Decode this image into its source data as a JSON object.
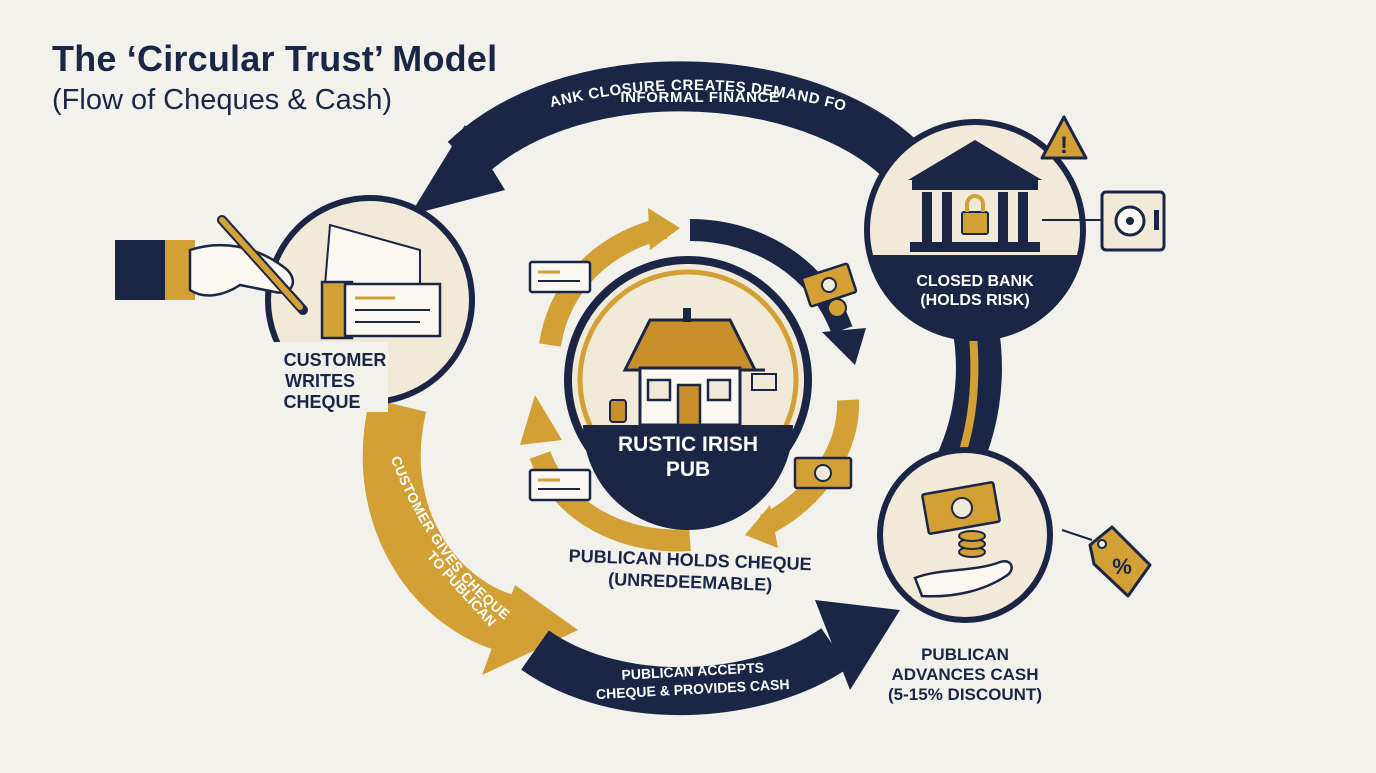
{
  "header": {
    "title": "The ‘Circular Trust’ Model",
    "subtitle": "(Flow of Cheques & Cash)"
  },
  "arrows": {
    "top": [
      "BANK CLOSURE CREATES DEMAND FOR",
      "INFORMAL FINANCE"
    ],
    "left": [
      "CUSTOMER GIVES CHEQUE",
      "TO PUBLICAN"
    ],
    "bottom": [
      "PUBLICAN ACCEPTS",
      "CHEQUE & PROVIDES CASH"
    ]
  },
  "nodes": {
    "customer": [
      "CUSTOMER",
      "WRITES",
      "CHEQUE"
    ],
    "bank": [
      "CLOSED BANK",
      "(HOLDS RISK)"
    ],
    "cash": [
      "PUBLICAN",
      "ADVANCES CASH",
      "(5-15% DISCOUNT)"
    ],
    "pub": [
      "RUSTIC IRISH",
      "PUB"
    ],
    "holds": [
      "PUBLICAN HOLDS CHEQUE",
      "(UNREDEEMABLE)"
    ]
  },
  "icons": {
    "tag_symbol": "%",
    "warning_symbol": "!"
  },
  "colors": {
    "navy": "#1b2646",
    "gold": "#d3a035",
    "cream": "#f2ead9",
    "background": "#f3f1ec"
  }
}
